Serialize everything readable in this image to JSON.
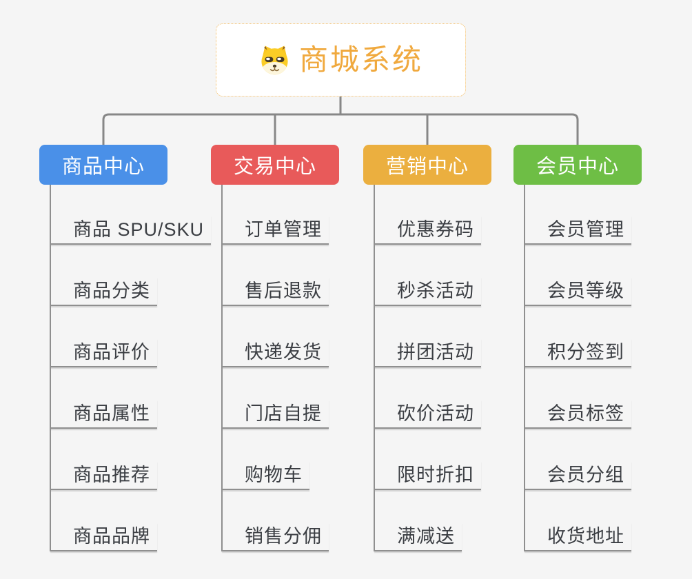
{
  "page": {
    "background_color": "#f5f5f5",
    "connector_color": "#878787",
    "line_color": "#8f8f8f"
  },
  "root": {
    "title": "商城系统",
    "icon": "dog-face-icon",
    "text_color": "#f0a93e",
    "border_color": "#f4bc62"
  },
  "branches": [
    {
      "label": "商品中心",
      "color": "#4a90e8",
      "children": [
        "商品 SPU/SKU",
        "商品分类",
        "商品评价",
        "商品属性",
        "商品推荐",
        "商品品牌"
      ]
    },
    {
      "label": "交易中心",
      "color": "#e85a5a",
      "children": [
        "订单管理",
        "售后退款",
        "快递发货",
        "门店自提",
        "购物车",
        "销售分佣"
      ]
    },
    {
      "label": "营销中心",
      "color": "#ebaf3f",
      "children": [
        "优惠券码",
        "秒杀活动",
        "拼团活动",
        "砍价活动",
        "限时折扣",
        "满减送"
      ]
    },
    {
      "label": "会员中心",
      "color": "#6ebe45",
      "children": [
        "会员管理",
        "会员等级",
        "积分签到",
        "会员标签",
        "会员分组",
        "收货地址"
      ]
    }
  ]
}
